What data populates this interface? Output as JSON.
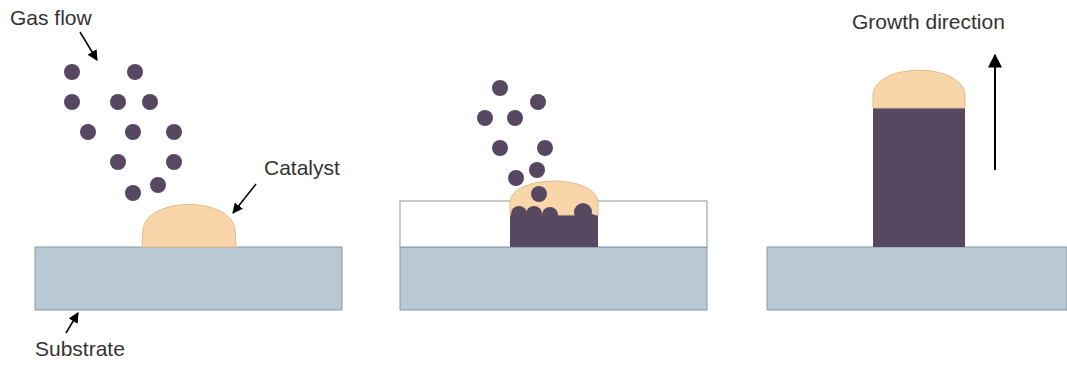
{
  "diagram": {
    "labels": [
      "Gas flow",
      "Catalyst",
      "Substrate",
      "Growth direction"
    ]
  }
}
